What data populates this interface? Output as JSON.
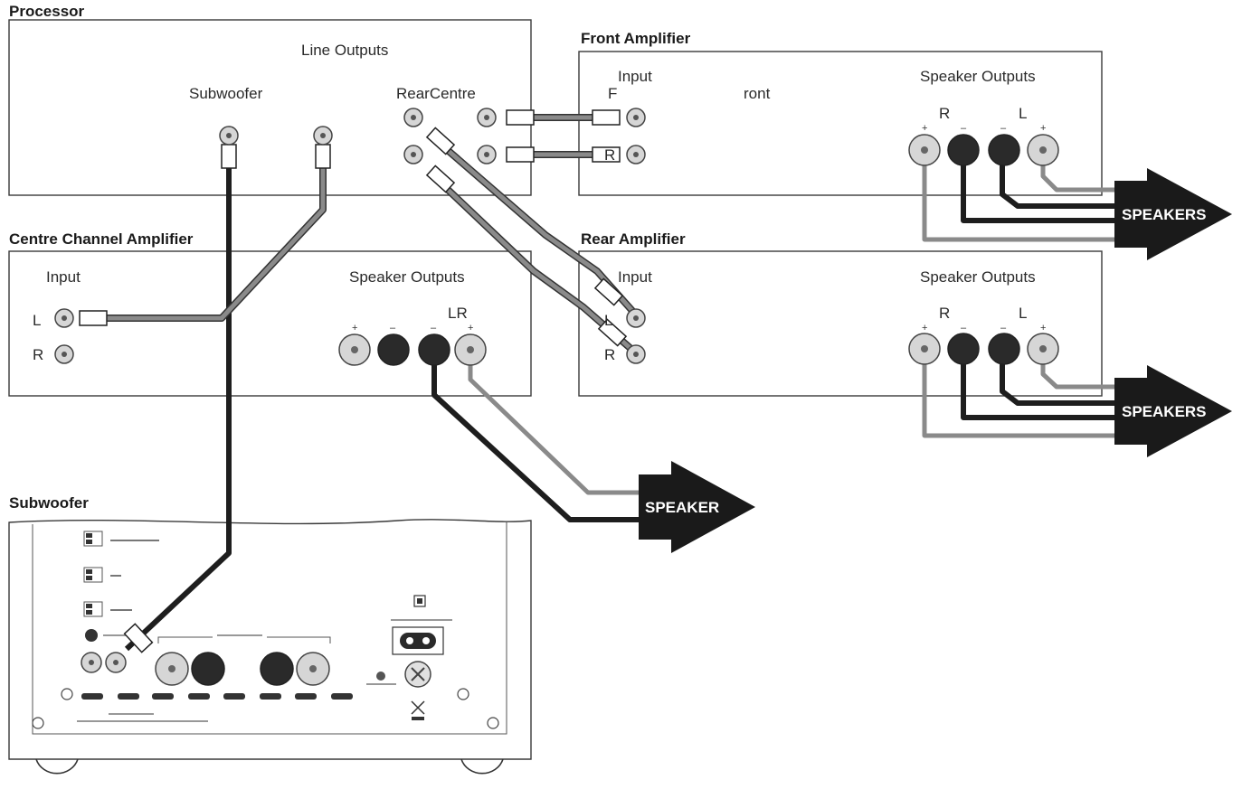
{
  "processor": {
    "title": "Processor",
    "line_outputs": "Line Outputs",
    "subwoofer": "Subwoofer",
    "rear_centre": "RearCentre"
  },
  "front_amp": {
    "title": "Front Amplifier",
    "input": "Input",
    "input_f": "F",
    "input_ront": "ront",
    "input_r": "R",
    "speaker_outputs": "Speaker Outputs",
    "ch_r": "R",
    "ch_l": "L",
    "arrow": "SPEAKERS"
  },
  "rear_amp": {
    "title": "Rear Amplifier",
    "input": "Input",
    "input_l": "L",
    "input_r": "R",
    "speaker_outputs": "Speaker Outputs",
    "ch_r": "R",
    "ch_l": "L",
    "arrow": "SPEAKERS"
  },
  "centre_amp": {
    "title": "Centre Channel Amplifier",
    "input": "Input",
    "input_l": "L",
    "input_r": "R",
    "speaker_outputs": "Speaker Outputs",
    "ch_lr": "LR",
    "arrow": "SPEAKER"
  },
  "subwoofer": {
    "title": "Subwoofer"
  },
  "polarity": {
    "plus": "+",
    "minus": "–"
  },
  "colors": {
    "dark_cable": "#1e1e1e",
    "grey_cable": "#8a8a8a",
    "terminal_dark": "#2a2a2a",
    "terminal_light": "#d6d6d6",
    "arrow": "#1a1a1a"
  }
}
